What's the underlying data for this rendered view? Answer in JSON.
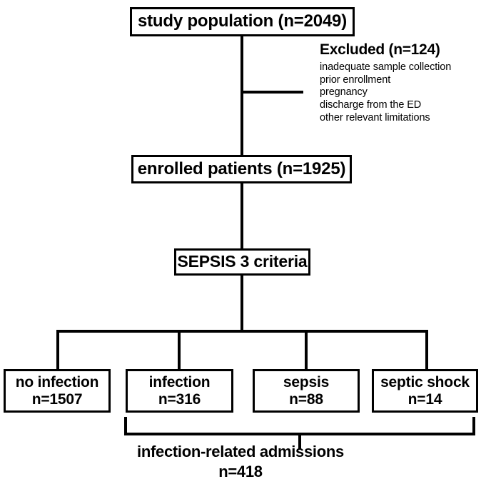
{
  "chart_data": {
    "type": "diagram",
    "title": "study population flow diagram",
    "nodes": [
      {
        "id": "study_population",
        "label": "study population (n=2049)",
        "n": 2049
      },
      {
        "id": "excluded",
        "label": "Excluded (n=124)",
        "n": 124
      },
      {
        "id": "enrolled_patients",
        "label": "enrolled patients (n=1925)",
        "n": 1925
      },
      {
        "id": "sepsis3_criteria",
        "label": "SEPSIS 3 criteria"
      },
      {
        "id": "no_infection",
        "label": "no infection",
        "count_label": "n=1507",
        "n": 1507
      },
      {
        "id": "infection",
        "label": "infection",
        "count_label": "n=316",
        "n": 316
      },
      {
        "id": "sepsis",
        "label": "sepsis",
        "count_label": "n=88",
        "n": 88
      },
      {
        "id": "septic_shock",
        "label": "septic shock",
        "count_label": "n=14",
        "n": 14
      },
      {
        "id": "infection_related_admissions",
        "label": "infection-related admissions",
        "count_label": "n=418",
        "n": 418
      }
    ]
  },
  "diagram": {
    "study_population": {
      "label": "study population (n=2049)"
    },
    "excluded": {
      "title": "Excluded (n=124)",
      "reasons": [
        "inadequate sample collection",
        "prior enrollment",
        "pregnancy",
        "discharge from the ED",
        "other relevant limitations"
      ]
    },
    "enrolled_patients": {
      "label": "enrolled patients (n=1925)"
    },
    "sepsis3_criteria": {
      "label": "SEPSIS 3 criteria"
    },
    "outcomes": [
      {
        "label": "no infection",
        "count": "n=1507"
      },
      {
        "label": "infection",
        "count": "n=316"
      },
      {
        "label": "sepsis",
        "count": "n=88"
      },
      {
        "label": "septic shock",
        "count": "n=14"
      }
    ],
    "summary": {
      "label": "infection-related admissions",
      "count": "n=418"
    }
  }
}
